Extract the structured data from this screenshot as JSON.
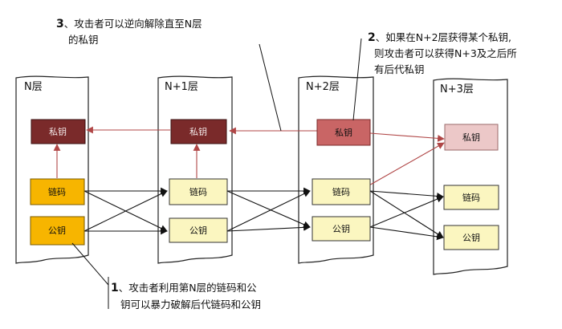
{
  "layers": [
    {
      "title": "N层",
      "private_key": "私钥",
      "chain_code": "链码",
      "public_key": "公钥"
    },
    {
      "title": "N+1层",
      "private_key": "私钥",
      "chain_code": "链码",
      "public_key": "公钥"
    },
    {
      "title": "N+2层",
      "private_key": "私钥",
      "chain_code": "链码",
      "public_key": "公钥"
    },
    {
      "title": "N+3层",
      "private_key": "私钥",
      "chain_code": "链码",
      "public_key": "公钥"
    }
  ],
  "notes": {
    "note1": {
      "num": "1",
      "line1": "、攻击者利用第N层的链码和公",
      "line2": "钥可以暴力破解后代链码和公钥"
    },
    "note2": {
      "num": "2",
      "line1": "、如果在N+2层获得某个私钥,",
      "line2": "则攻击者可以获得N+3及之后所",
      "line3": "有后代私钥"
    },
    "note3": {
      "num": "3",
      "line1": "、攻击者可以逆向解除直至N层",
      "line2": "的私钥"
    }
  },
  "colors": {
    "private_dark": "#7a2a2a",
    "private_mid": "#c96565",
    "private_light": "#ecc8c8",
    "chain_public_strong": "#f7b500",
    "chain_public_light": "#fbf6c0",
    "arrow_red": "#b04646",
    "arrow_black": "#111111"
  }
}
